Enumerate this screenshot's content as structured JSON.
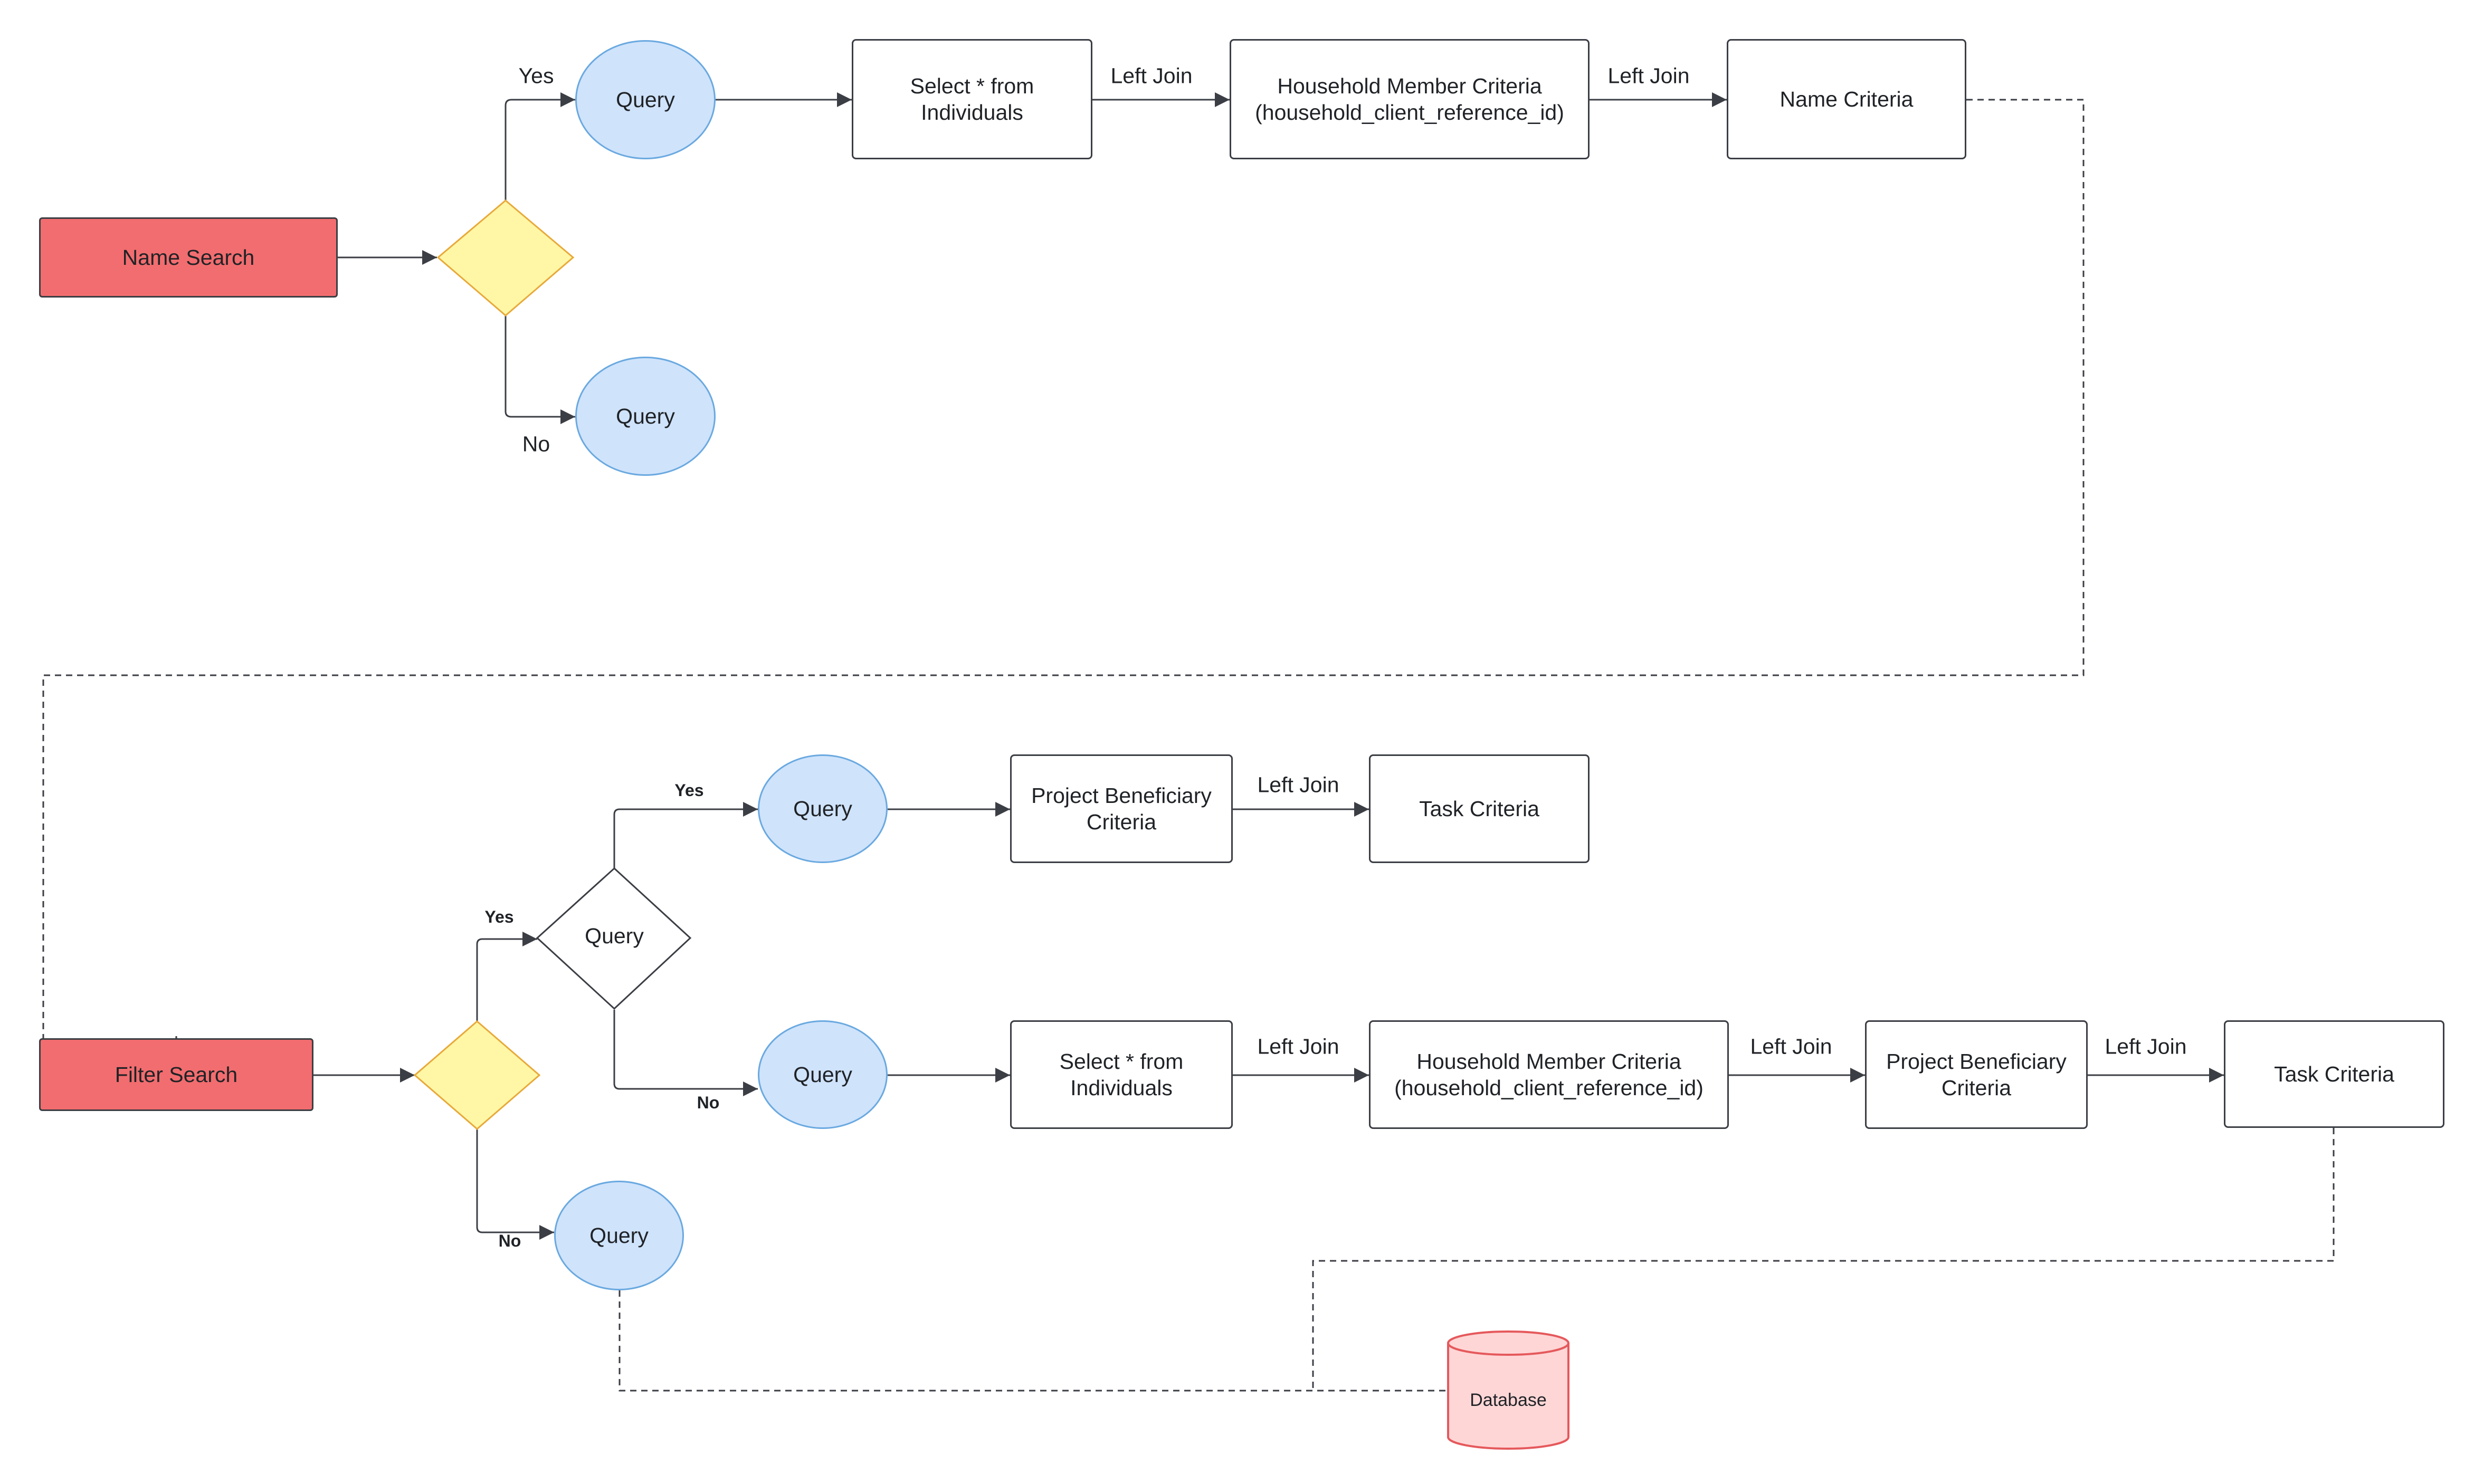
{
  "diagram": {
    "name_search": {
      "start": "Name Search",
      "yes_label": "Yes",
      "no_label": "No",
      "query_yes": "Query",
      "query_no": "Query",
      "select": "Select * from\nIndividuals",
      "join1": "Left Join",
      "household": "Household Member Criteria\n(household_client_reference_id)",
      "join2": "Left Join",
      "name_criteria": "Name Criteria"
    },
    "filter_search": {
      "start": "Filter Search",
      "yes_label": "Yes",
      "no_label": "No",
      "inner_decision": "Query",
      "inner_yes_label": "Yes",
      "inner_no_label": "No",
      "query_inner_yes": "Query",
      "query_inner_no": "Query",
      "query_no": "Query",
      "beneficiary_top": "Project Beneficiary\nCriteria",
      "join_top": "Left Join",
      "task_top": "Task Criteria",
      "select": "Select * from\nIndividuals",
      "join1": "Left Join",
      "household": "Household Member Criteria\n(household_client_reference_id)",
      "join2": "Left Join",
      "beneficiary": "Project Beneficiary\nCriteria",
      "join3": "Left Join",
      "task": "Task Criteria"
    },
    "database": "Database"
  },
  "colors": {
    "start_fill": "#f26d6f",
    "decision_fill": "#fff7a6",
    "decision_stroke": "#e8a93a",
    "query_fill": "#cfe3fb",
    "query_stroke": "#6aa9e0",
    "db_fill": "#ffd6d6",
    "db_stroke": "#e5595c",
    "line": "#3b3e44"
  }
}
